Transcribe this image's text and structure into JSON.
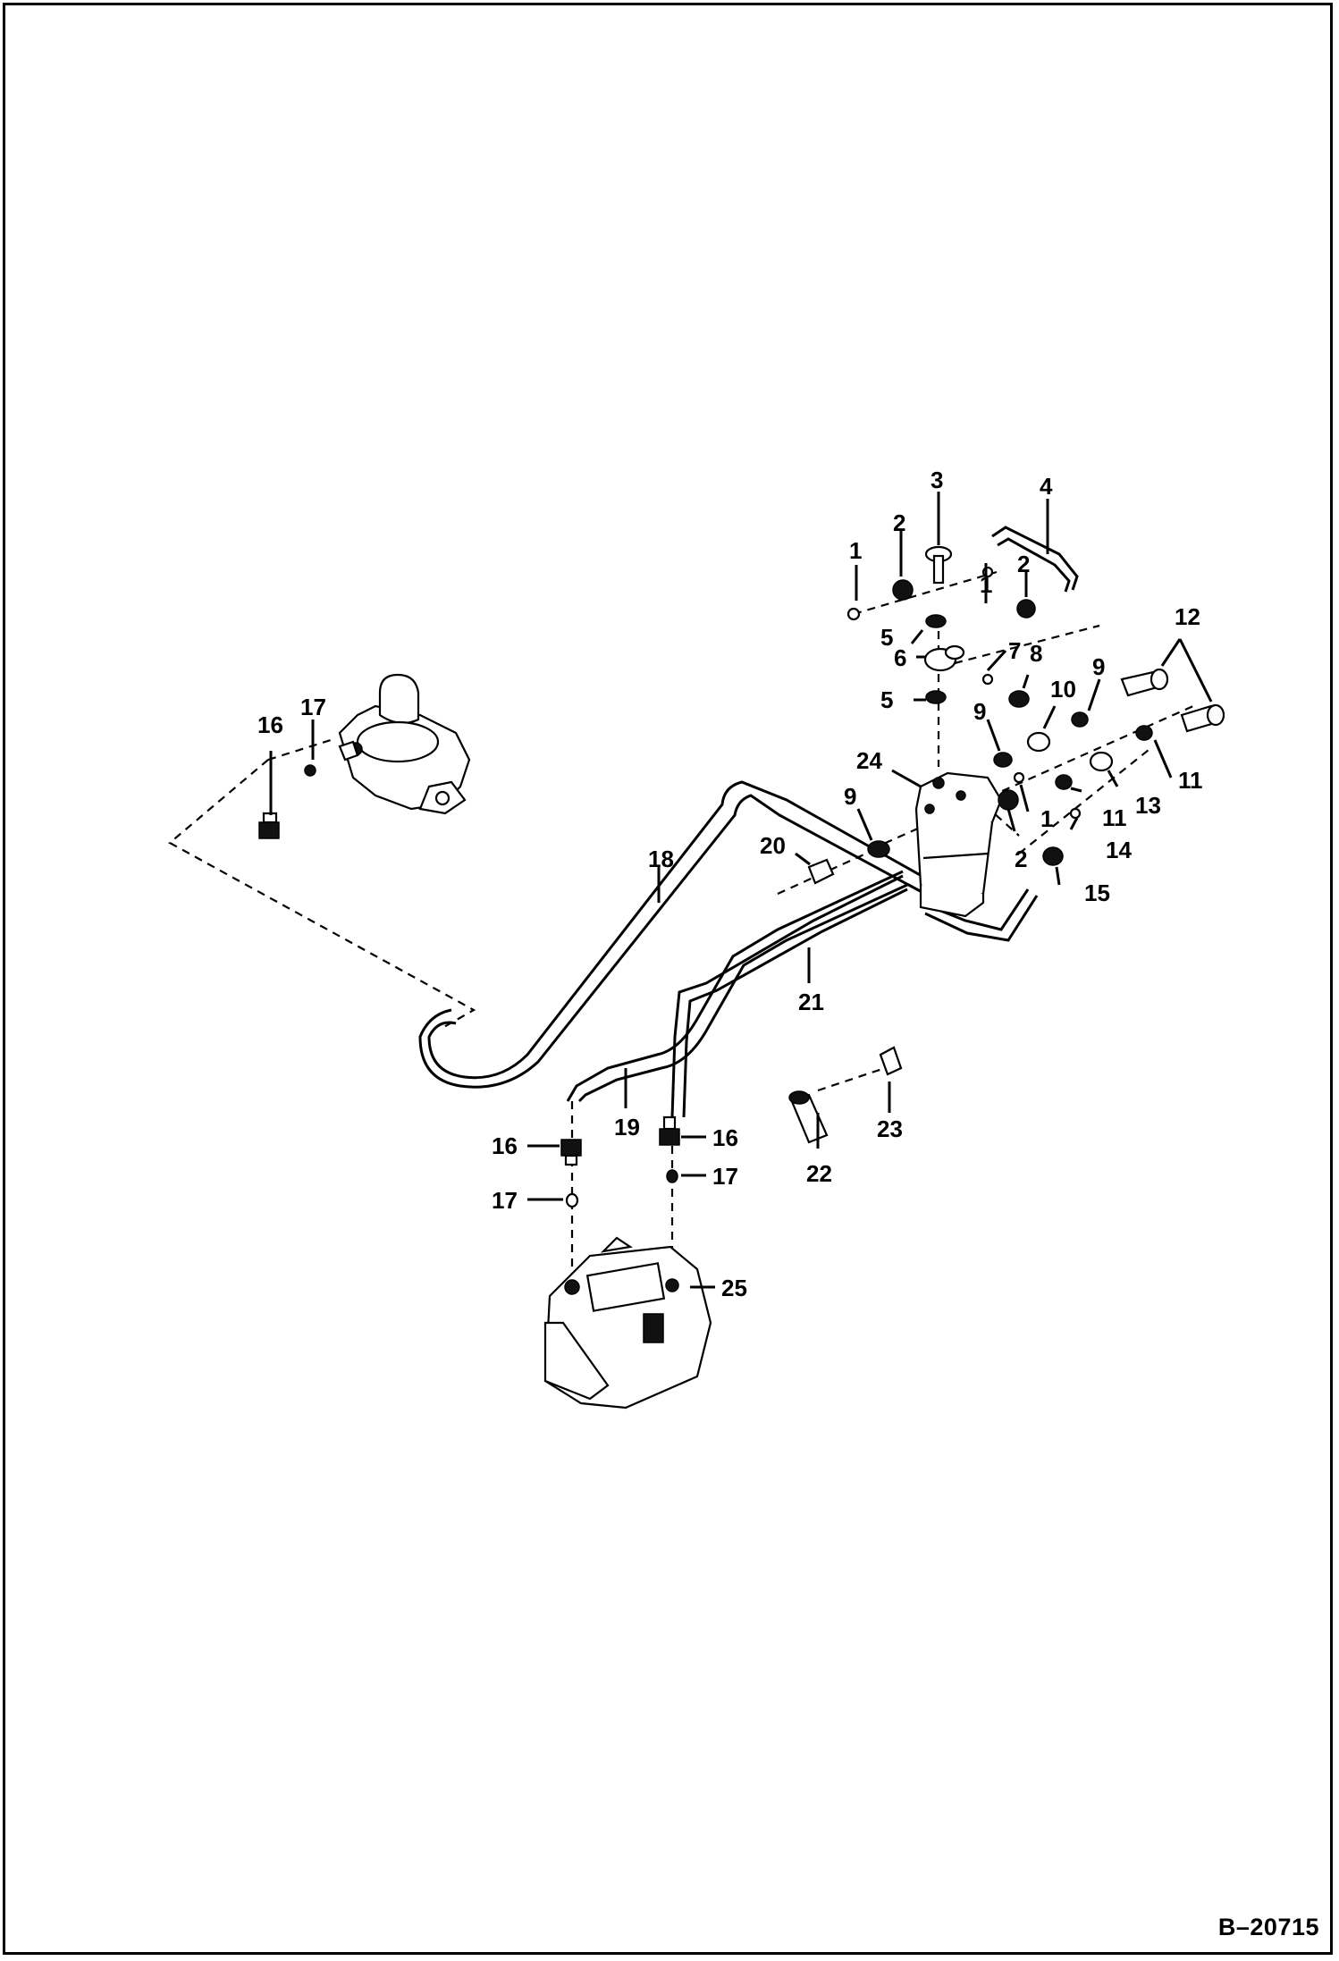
{
  "figure_id": "B–20715",
  "callouts": {
    "c1a": "1",
    "c1b": "1",
    "c1c": "1",
    "c2a": "2",
    "c2b": "2",
    "c2c": "2",
    "c3": "3",
    "c4": "4",
    "c5a": "5",
    "c5b": "5",
    "c6": "6",
    "c7": "7",
    "c8": "8",
    "c9a": "9",
    "c9b": "9",
    "c9c": "9",
    "c10": "10",
    "c11a": "11",
    "c11b": "11",
    "c12": "12",
    "c13": "13",
    "c14": "14",
    "c15": "15",
    "c16a": "16",
    "c16b": "16",
    "c16c": "16",
    "c17a": "17",
    "c17b": "17",
    "c17c": "17",
    "c18": "18",
    "c19": "19",
    "c20": "20",
    "c21": "21",
    "c22": "22",
    "c23": "23",
    "c24": "24",
    "c25": "25"
  }
}
